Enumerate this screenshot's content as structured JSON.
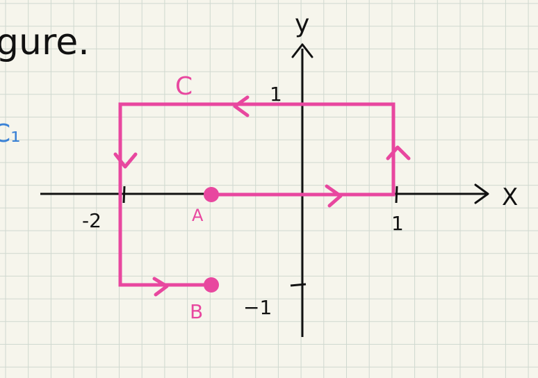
{
  "page_text": {
    "fragment_top": "gure.",
    "fragment_left": "C₁"
  },
  "axes": {
    "x_label": "X",
    "y_label": "y",
    "tick_x_neg2": "-2",
    "tick_x_1": "1",
    "tick_y_1": "1",
    "tick_y_neg1": "−1"
  },
  "path": {
    "curve_label": "C",
    "point_a_label": "A",
    "point_b_label": "B",
    "color": "#e8479f",
    "start": [
      -1,
      0
    ],
    "end": [
      -1,
      -1
    ],
    "vertices": [
      [
        -1,
        0
      ],
      [
        1,
        0
      ],
      [
        1,
        1
      ],
      [
        -2,
        1
      ],
      [
        -2,
        -1
      ],
      [
        -1,
        -1
      ]
    ]
  },
  "colors": {
    "paper": "#f6f5ec",
    "grid": "#cfd8cf",
    "ink": "#111111",
    "blue": "#3b82d6",
    "pink": "#e8479f"
  }
}
